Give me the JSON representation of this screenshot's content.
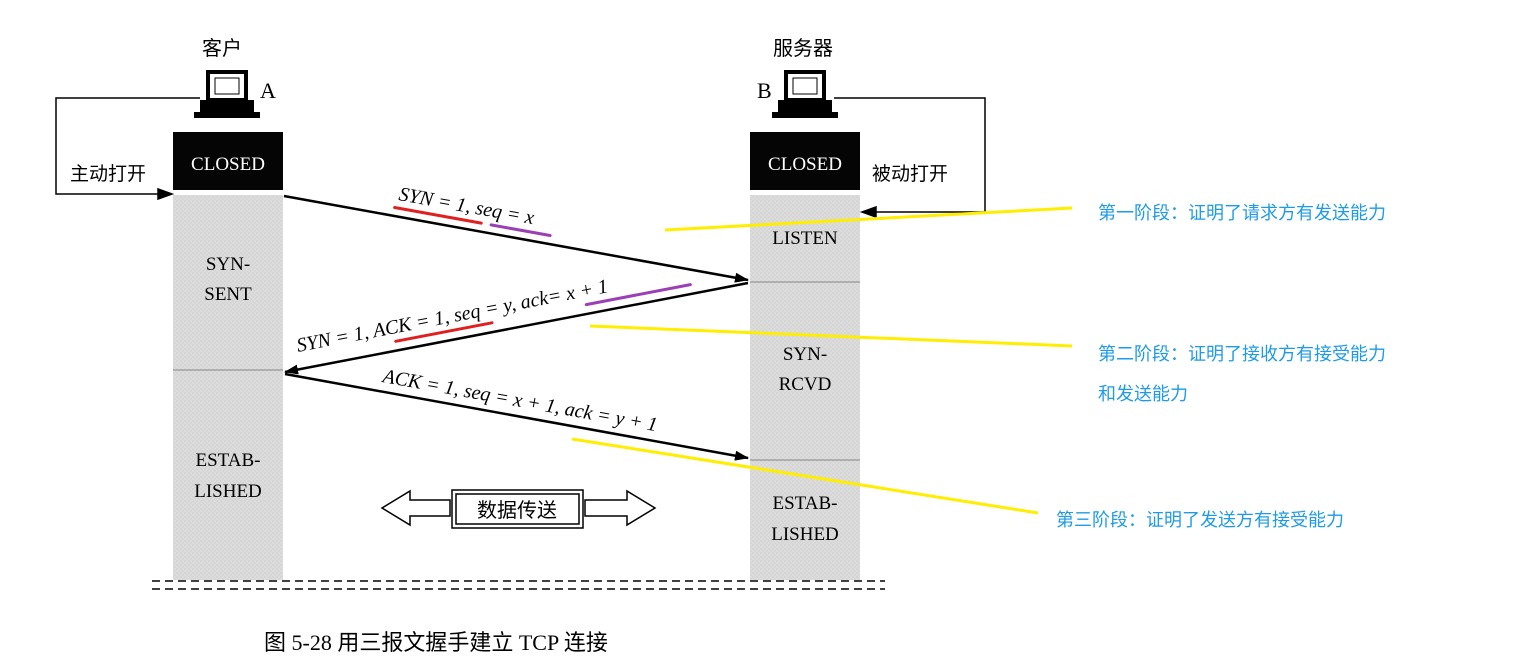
{
  "client": {
    "label": "客户",
    "host_letter": "A",
    "active_open": "主动打开"
  },
  "server": {
    "label": "服务器",
    "host_letter": "B",
    "passive_open": "被动打开"
  },
  "client_states": [
    "CLOSED",
    "SYN-",
    "SENT",
    "ESTAB-",
    "LISHED"
  ],
  "server_states": [
    "CLOSED",
    "LISTEN",
    "SYN-",
    "RCVD",
    "ESTAB-",
    "LISHED"
  ],
  "messages": {
    "syn": "SYN = 1, seq = x",
    "syn_ack": "SYN = 1, ACK = 1, seq = y, ack= x + 1",
    "ack": "ACK = 1, seq = x + 1, ack = y + 1"
  },
  "data_transfer": "数据传送",
  "caption": "图 5-28  用三报文握手建立 TCP 连接",
  "annotations": {
    "phase1": "第一阶段：证明了请求方有发送能力",
    "phase2_line1": "第二阶段：证明了接收方有接受能力",
    "phase2_line2": "和发送能力",
    "phase3": "第三阶段：证明了发送方有接受能力"
  },
  "colors": {
    "annotation_text": "#1e9be6",
    "annotation_line": "#ffee00",
    "underline_red": "#e02020",
    "underline_purple": "#9b3fb5",
    "timeline_fill": "#d9d9d9",
    "closed_fill": "#050505"
  },
  "icons": [
    "computer-icon"
  ]
}
